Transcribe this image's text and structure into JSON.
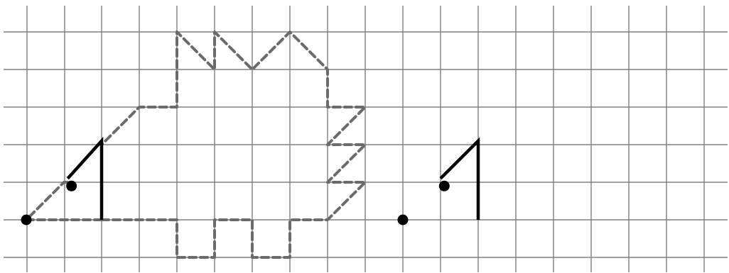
{
  "diagram": {
    "grid": {
      "columns": 19,
      "rows": 7,
      "color": "#808080"
    },
    "colors": {
      "dashed_outline": "#6b6b6b",
      "solid_stroke": "#000000",
      "dot": "#000000",
      "background": "#ffffff"
    },
    "left_figure": {
      "dashed_outline": [
        [
          0,
          4
        ],
        [
          2,
          4
        ],
        [
          2,
          5
        ],
        [
          3,
          5
        ],
        [
          3,
          4
        ],
        [
          4,
          4
        ],
        [
          4,
          5
        ],
        [
          5,
          5
        ],
        [
          5,
          4
        ],
        [
          6,
          4
        ],
        [
          7,
          3
        ],
        [
          6,
          3
        ],
        [
          7,
          2
        ],
        [
          6,
          2
        ],
        [
          7,
          1
        ],
        [
          6,
          1
        ],
        [
          6,
          0
        ],
        [
          5,
          -1
        ],
        [
          4,
          0
        ],
        [
          3,
          -1
        ],
        [
          3,
          0
        ],
        [
          2,
          -1
        ],
        [
          2,
          1
        ],
        [
          1,
          1
        ],
        [
          0,
          2
        ],
        [
          0,
          4
        ]
      ],
      "dashed_closing": [
        [
          0,
          4
        ],
        [
          -2,
          4
        ],
        [
          -1,
          3
        ],
        [
          -0.9,
          3
        ]
      ],
      "solid_stroke": [
        [
          -0.9,
          2.9
        ],
        [
          0,
          1.9
        ],
        [
          0,
          4
        ]
      ],
      "dots": [
        [
          -2,
          4
        ],
        [
          -0.8,
          3.1
        ]
      ]
    },
    "right_figure": {
      "solid_stroke": [
        [
          9,
          2.9
        ],
        [
          10,
          1.9
        ],
        [
          10,
          4
        ]
      ],
      "dots": [
        [
          8,
          4
        ],
        [
          9.1,
          3.1
        ]
      ]
    }
  }
}
